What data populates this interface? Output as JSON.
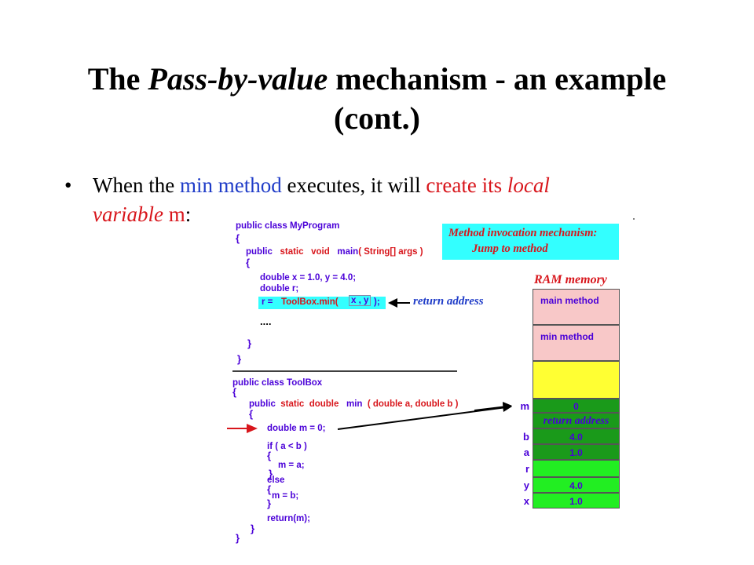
{
  "slide": {
    "title_line1_pre": "The ",
    "title_line1_italic": "Pass-by-value",
    "title_line1_post": " mechanism - an example",
    "title_line2": "(cont.)"
  },
  "bullet": {
    "marker": "•",
    "t1": "When the ",
    "t2": "min method",
    "t3": " executes, it will ",
    "t4": "create its ",
    "t5": "local",
    "t6": "variable",
    "t7": " m",
    "t8": ":"
  },
  "code_program": {
    "l1": "public class MyProgram",
    "l2": "{",
    "l3a": "public",
    "l3b": "static",
    "l3c": "void",
    "l3d": "main",
    "l3e": "( String[] args )",
    "l4": "{",
    "l5": "double x = 1.0, y = 4.0;",
    "l6": "double r;",
    "l7a": "r =",
    "l7b": "ToolBox.min(",
    "l7c": "x ,  y",
    "l7d": ");",
    "l8": "....",
    "l9": "}",
    "l10": "}"
  },
  "code_toolbox": {
    "l1": "public class ToolBox",
    "l2": "{",
    "l3a": "public",
    "l3b": "static",
    "l3c": "double",
    "l3d": "min",
    "l3e": "( double a, double b  )",
    "l4": "{",
    "l5": "double m = 0;",
    "l6": "if ( a < b )",
    "l7": "{",
    "l8": "m = a;",
    "l9": "}",
    "l10": "else",
    "l11": "{",
    "l12": "m = b;",
    "l13": "}",
    "l14": "return(m);",
    "l15": "}",
    "l16": "}"
  },
  "callout": {
    "line1": "Method invocation mechanism:",
    "line2": "Jump to method"
  },
  "return_label": "return address",
  "ram": {
    "title": "RAM memory",
    "main_method": "main method",
    "min_method": "min method",
    "m_label": "m",
    "m_value": "0",
    "return_address": "return address",
    "b_label": "b",
    "b_value": "4.0",
    "a_label": "a",
    "a_value": "1.0",
    "r_label": "r",
    "y_label": "y",
    "y_value": "4.0",
    "x_label": "x",
    "x_value": "1.0"
  },
  "colors": {
    "keyword_red": "#d8161c",
    "code_purple": "#4a00d8",
    "highlight_cyan": "#33ffff",
    "ram_pink": "#f8c8c8",
    "ram_yellow": "#ffff33",
    "ram_dark_green": "#1a9a1a",
    "ram_light_green": "#22ee22"
  }
}
